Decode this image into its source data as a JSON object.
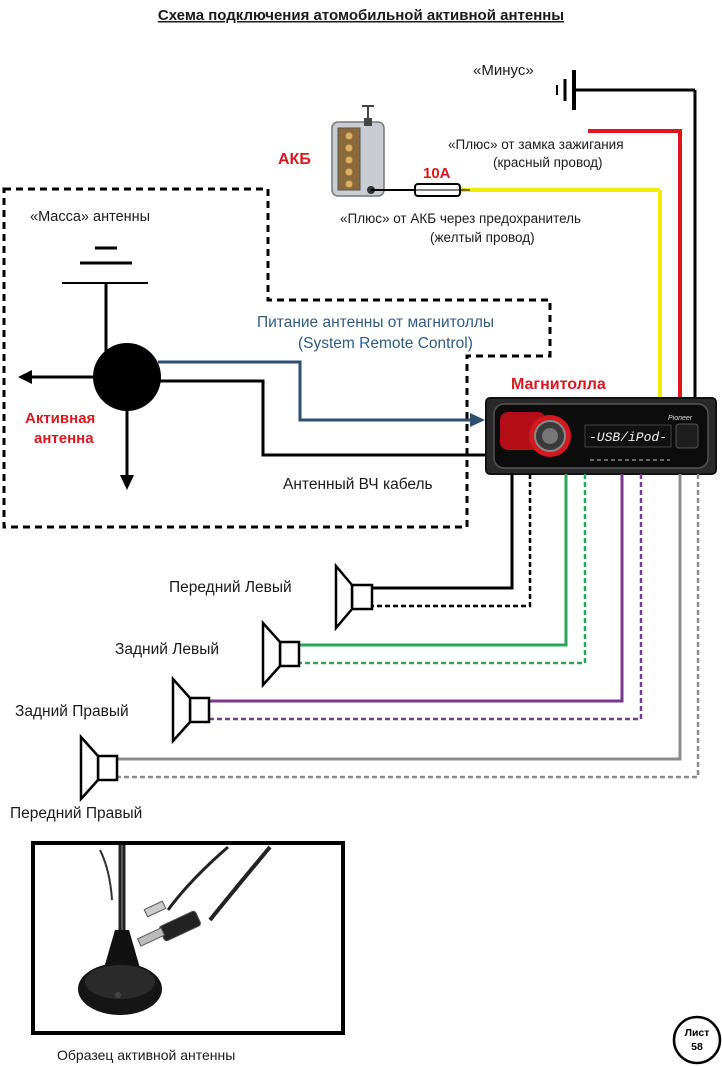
{
  "title": "Схема подключения атомобильной активной антенны",
  "labels": {
    "minus": "«Минус»",
    "akb": "АКБ",
    "fuse": "10А",
    "plus_ignition_1": "«Плюс» от замка зажигания",
    "plus_ignition_2": "(красный провод)",
    "plus_battery_1": "«Плюс» от АКБ через предохранитель",
    "plus_battery_2": "(желтый провод)",
    "antenna_ground": "«Масса» антенны",
    "antenna_power_1": "Питание антенны от магнитоллы",
    "antenna_power_2": "(System Remote Control)",
    "head_unit": "Магнитолла",
    "active_antenna_1": "Активная",
    "active_antenna_2": "антенна",
    "rf_cable": "Антенный ВЧ кабель",
    "speaker_front_left": "Передний Левый",
    "speaker_rear_left": "Задний Левый",
    "speaker_rear_right": "Задний Правый",
    "speaker_front_right": "Передний Правый",
    "sample_caption": "Образец активной антенны",
    "sheet_1": "Лист",
    "sheet_2": "58"
  },
  "radio": {
    "brand": "Pioneer",
    "display": "-USB/iPod-"
  },
  "colors": {
    "red_wire": "#e0141a",
    "yellow_wire": "#f2ec00",
    "black_wire": "#000000",
    "blue_wire": "#2f4f6f",
    "green_wire": "#2aa55a",
    "purple_wire": "#7a3a8c",
    "gray_wire": "#8c8c8c",
    "label_red": "#d71920",
    "label_blue": "#2f5b85"
  }
}
